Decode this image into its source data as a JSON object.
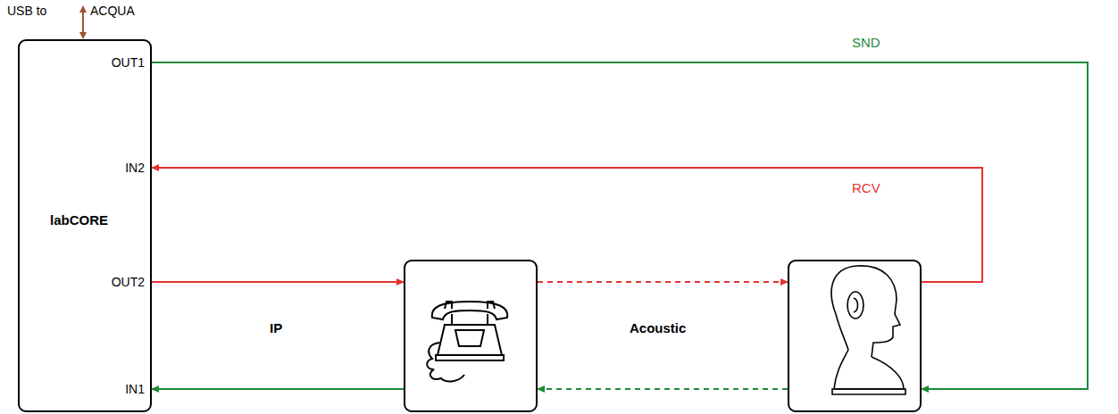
{
  "diagram": {
    "nodes": [
      {
        "text": [
          "labCORE"
        ]
      },
      {
        "text": []
      },
      {
        "text": []
      }
    ],
    "edges": [
      {
        "from": 0,
        "to": 2,
        "arrow": "to",
        "label": "SND"
      },
      {
        "from": 2,
        "to": 0,
        "arrow": "to",
        "label": "RCV"
      },
      {
        "from": 0,
        "to": 1,
        "arrow": "to"
      },
      {
        "from": 1,
        "to": 2,
        "arrow": "to"
      },
      {
        "from": 2,
        "to": 1,
        "arrow": "to"
      },
      {
        "from": 1,
        "to": 0,
        "arrow": "to"
      }
    ],
    "labels": [
      "USB to",
      "ACQUA",
      "OUT1",
      "IN2",
      "OUT2",
      "IN1",
      "IP",
      "Acoustic"
    ]
  }
}
